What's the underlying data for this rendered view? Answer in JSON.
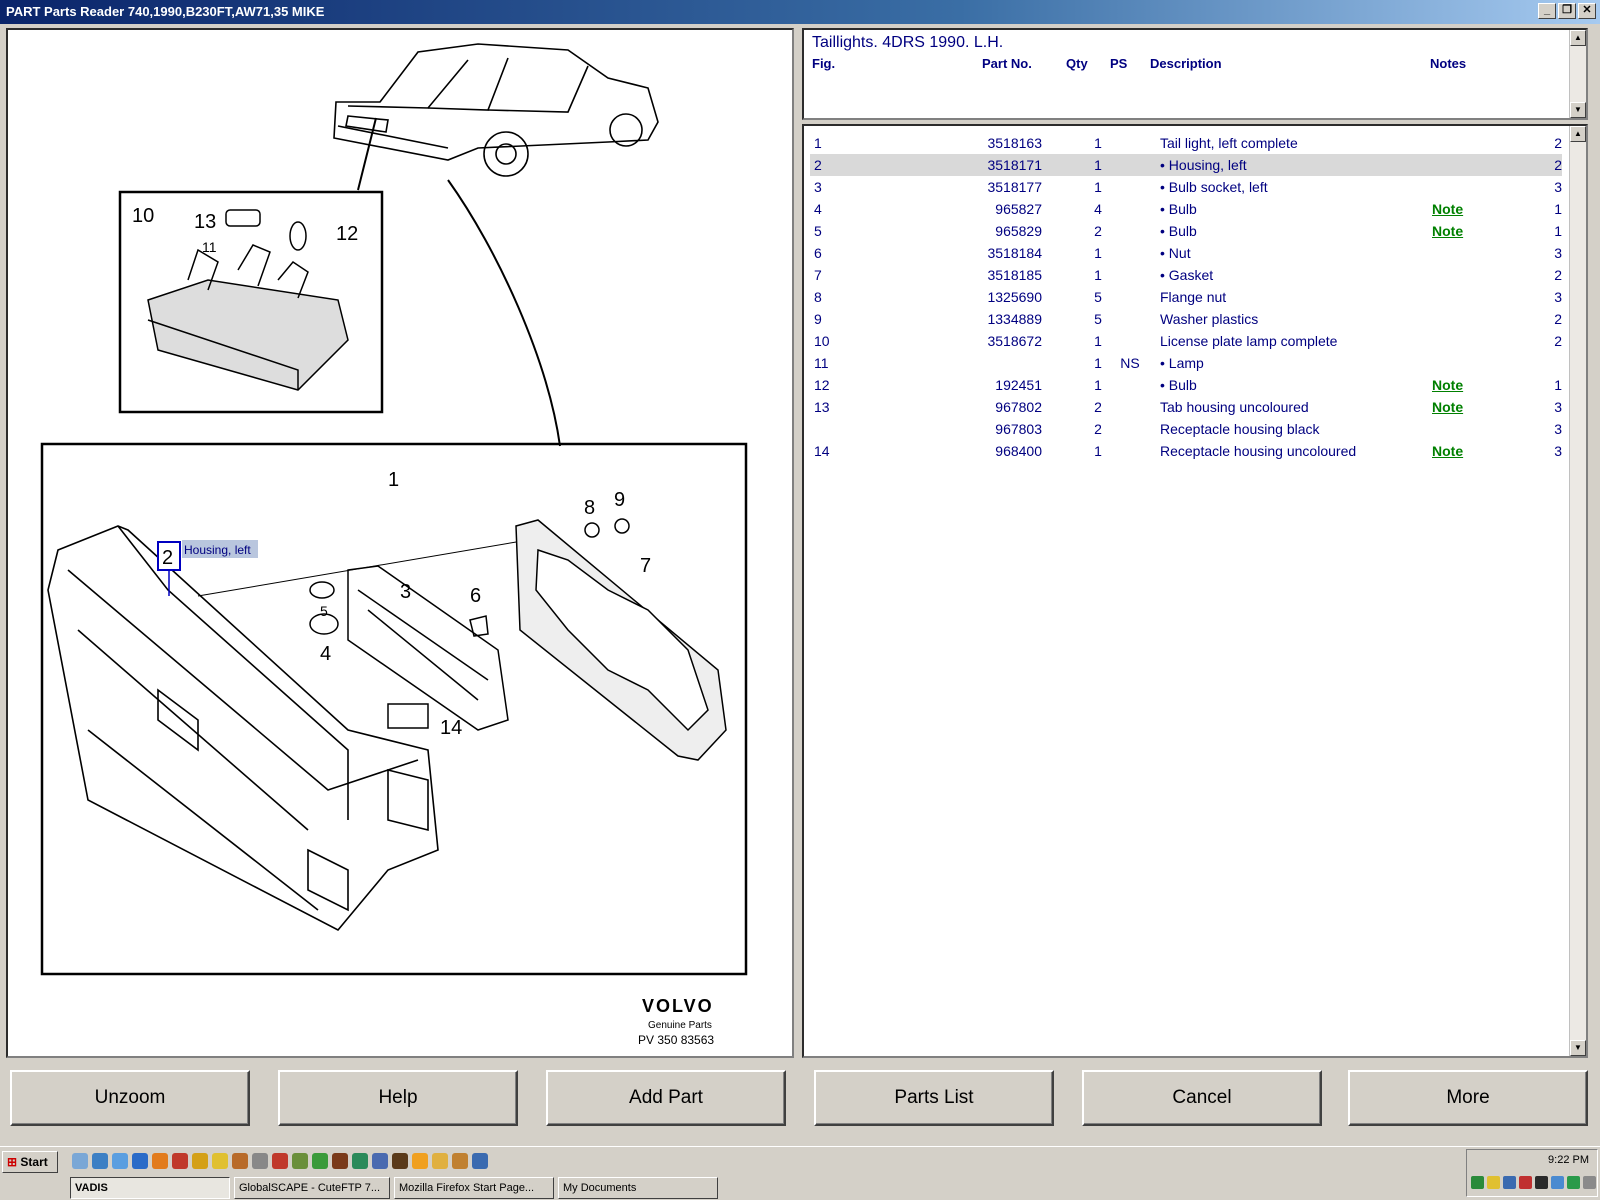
{
  "window": {
    "title": "PART Parts Reader 740,1990,B230FT,AW71,35 MIKE"
  },
  "diagram": {
    "inset_label": "10",
    "main_label": "1",
    "callouts": [
      "13",
      "11",
      "12",
      "2",
      "8",
      "9",
      "3",
      "5",
      "6",
      "4",
      "7",
      "14"
    ],
    "tooltip": "Housing, left",
    "brand": "VOLVO",
    "brand_sub": "Genuine Parts",
    "ref": "PV 350 83563"
  },
  "header": {
    "title": "Taillights. 4DRS 1990. L.H.",
    "cols": {
      "fig": "Fig.",
      "part": "Part No.",
      "qty": "Qty",
      "ps": "PS",
      "desc": "Description",
      "notes": "Notes"
    }
  },
  "parts": [
    {
      "fig": "1",
      "part": "3518163",
      "qty": "1",
      "ps": "",
      "desc": "Tail light, left complete",
      "note": "",
      "cnt": "2"
    },
    {
      "fig": "2",
      "part": "3518171",
      "qty": "1",
      "ps": "",
      "desc": "• Housing, left",
      "note": "",
      "cnt": "2",
      "selected": true
    },
    {
      "fig": "3",
      "part": "3518177",
      "qty": "1",
      "ps": "",
      "desc": "• Bulb socket, left",
      "note": "",
      "cnt": "3"
    },
    {
      "fig": "4",
      "part": "965827",
      "qty": "4",
      "ps": "",
      "desc": "• Bulb",
      "note": "Note",
      "cnt": "1"
    },
    {
      "fig": "5",
      "part": "965829",
      "qty": "2",
      "ps": "",
      "desc": "• Bulb",
      "note": "Note",
      "cnt": "1"
    },
    {
      "fig": "6",
      "part": "3518184",
      "qty": "1",
      "ps": "",
      "desc": "• Nut",
      "note": "",
      "cnt": "3"
    },
    {
      "fig": "7",
      "part": "3518185",
      "qty": "1",
      "ps": "",
      "desc": "• Gasket",
      "note": "",
      "cnt": "2"
    },
    {
      "fig": "8",
      "part": "1325690",
      "qty": "5",
      "ps": "",
      "desc": "Flange nut",
      "note": "",
      "cnt": "3"
    },
    {
      "fig": "9",
      "part": "1334889",
      "qty": "5",
      "ps": "",
      "desc": "Washer plastics",
      "note": "",
      "cnt": "2"
    },
    {
      "fig": "10",
      "part": "3518672",
      "qty": "1",
      "ps": "",
      "desc": "License plate lamp complete",
      "note": "",
      "cnt": "2"
    },
    {
      "fig": "11",
      "part": "",
      "qty": "1",
      "ps": "NS",
      "desc": "• Lamp",
      "note": "",
      "cnt": ""
    },
    {
      "fig": "12",
      "part": "192451",
      "qty": "1",
      "ps": "",
      "desc": "• Bulb",
      "note": "Note",
      "cnt": "1"
    },
    {
      "fig": "13",
      "part": "967802",
      "qty": "2",
      "ps": "",
      "desc": "Tab housing uncoloured",
      "note": "Note",
      "cnt": "3"
    },
    {
      "fig": "",
      "part": "967803",
      "qty": "2",
      "ps": "",
      "desc": "Receptacle housing black",
      "note": "",
      "cnt": "3"
    },
    {
      "fig": "14",
      "part": "968400",
      "qty": "1",
      "ps": "",
      "desc": "Receptacle housing uncoloured",
      "note": "Note",
      "cnt": "3"
    }
  ],
  "buttons": [
    "Unzoom",
    "Help",
    "Add Part",
    "Parts List",
    "Cancel",
    "More"
  ],
  "taskbar": {
    "start": "Start",
    "tasks": [
      "VADIS",
      "GlobalSCAPE - CuteFTP 7...",
      "Mozilla Firefox Start Page...",
      "My Documents"
    ],
    "clock": "9:22 PM"
  }
}
